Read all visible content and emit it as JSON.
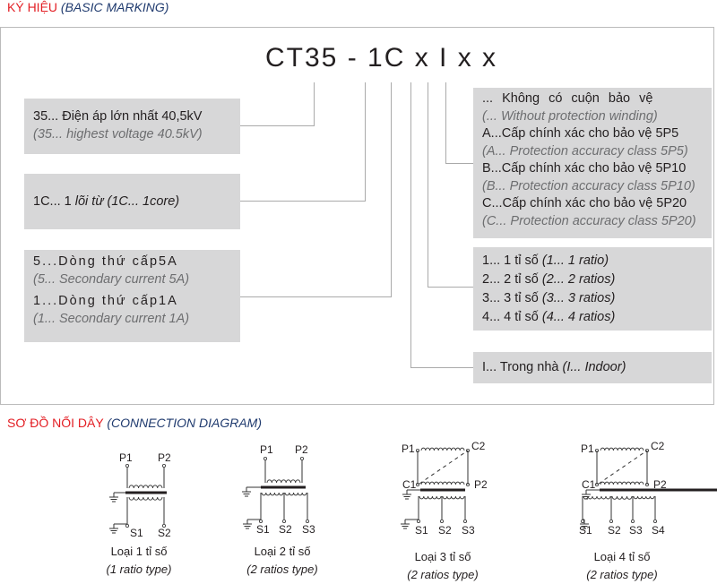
{
  "heading1": {
    "vi": "KÝ HIỆU",
    "en": "(BASIC MARKING)"
  },
  "code": "CT35 - 1C x I x x",
  "boxes": {
    "voltage": {
      "vi": "35... Điện áp lớn nhất 40,5kV",
      "en": "(35... highest voltage 40.5kV)"
    },
    "core": {
      "vi": "1C... 1 ",
      "vi_it": "lõi từ (1C... 1core)"
    },
    "current": {
      "l1": "5...Dòng thứ cấp5A",
      "l2": "(5... Secondary current 5A)",
      "l3": "1...Dòng thứ cấp1A",
      "l4": "(1... Secondary current 1A)"
    },
    "protection": {
      "l1": "... Không có cuộn bảo vệ",
      "l2": "(... Without protection winding)",
      "l3": "A...Cấp chính xác cho bảo vệ 5P5",
      "l4": "(A... Protection accuracy class 5P5)",
      "l5": "B...Cấp chính xác cho bảo vệ 5P10",
      "l6": "(B... Protection accuracy class 5P10)",
      "l7": "C...Cấp chính xác cho bảo vệ 5P20",
      "l8": "(C... Protection accuracy class 5P20)"
    },
    "ratios": {
      "l1": "1... 1 tỉ số ",
      "l1i": "(1... 1 ratio)",
      "l2": "2... 2 tỉ số ",
      "l2i": "(2... 2 ratios)",
      "l3": "3... 3 tỉ số ",
      "l3i": "(3... 3 ratios)",
      "l4": "4... 4 tỉ số ",
      "l4i": "(4... 4 ratios)"
    },
    "indoor": {
      "vi": "I... Trong nhà ",
      "en": "(I... Indoor)"
    }
  },
  "heading2": {
    "vi": "SƠ ĐỒ NỐI DÂY",
    "en": "(CONNECTION DIAGRAM)"
  },
  "diagrams": [
    {
      "caption": "Loại 1 tỉ số",
      "sub": "(1 ratio type)",
      "labels": [
        "P1",
        "P2",
        "S1",
        "S2"
      ]
    },
    {
      "caption": "Loại 2 tỉ số",
      "sub": "(2 ratios type)",
      "labels": [
        "P1",
        "P2",
        "S1",
        "S2",
        "S3"
      ]
    },
    {
      "caption": "Loại 3 tỉ số",
      "sub": "(2 ratios type)",
      "labels": [
        "P1",
        "C2",
        "C1",
        "P2",
        "S1",
        "S2",
        "S3"
      ]
    },
    {
      "caption": "Loại 4 tỉ số",
      "sub": "(2 ratios type)",
      "labels": [
        "P1",
        "C2",
        "C1",
        "P2",
        "S1",
        "S2",
        "S3",
        "S4"
      ]
    }
  ],
  "colors": {
    "heading_red": "#e31e24",
    "heading_blue": "#1f3a6e",
    "box_bg": "#d7d7d8"
  }
}
